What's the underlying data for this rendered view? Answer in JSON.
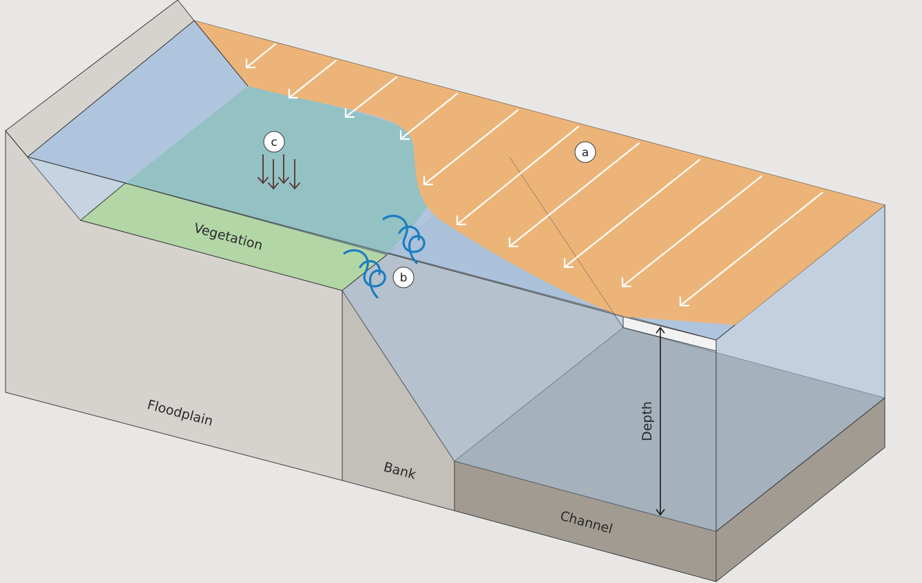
{
  "labels": {
    "floodplain": "Floodplain",
    "bank": "Bank",
    "channel": "Channel",
    "vegetation": "Vegetation",
    "depth": "Depth"
  },
  "markers": {
    "a": "a",
    "b": "b",
    "c": "c"
  },
  "colors": {
    "background": "#e8e7e6",
    "floodplain_solid": "#d6d3ce",
    "bank_solid": "#c3bfb9",
    "channel_solid": "#a19b92",
    "water": "#a9c2dc",
    "vegetation": "#b3d6a6",
    "fast_flow": "#f0b373",
    "slow_flow": "#8fbfbf",
    "vortex": "#1a7dc0",
    "settling_arrows": "#5a3e3a",
    "flow_arrows": "#ffffff"
  },
  "icons": {
    "a": "fast-flow-arrows",
    "b": "turbulent-vortex-icon",
    "c": "settling-down-arrows"
  }
}
